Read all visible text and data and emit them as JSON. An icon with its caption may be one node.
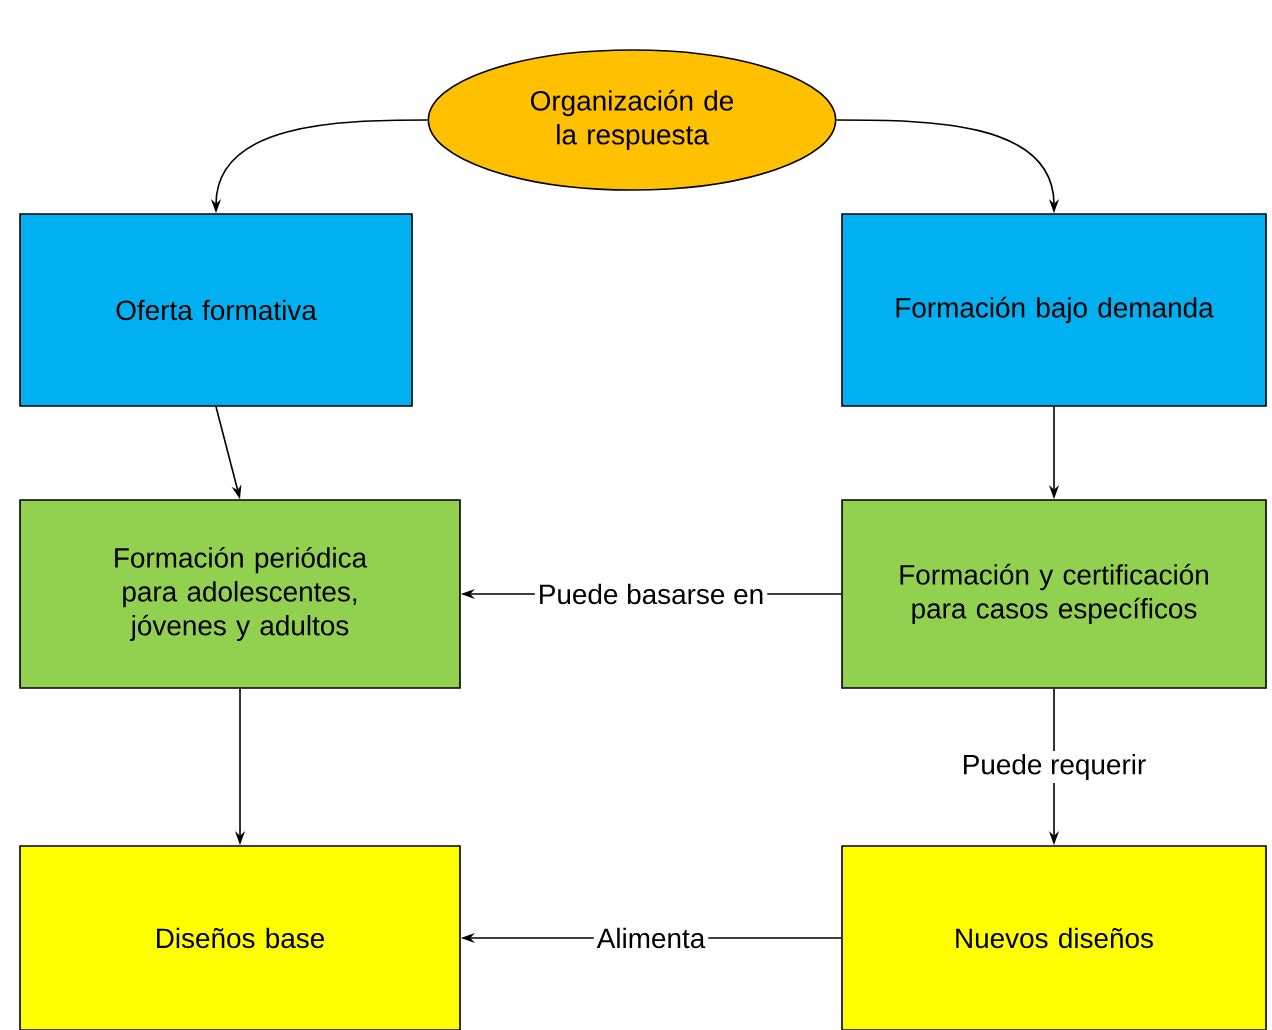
{
  "diagram": {
    "nodes": [
      {
        "text": [
          "Organización de la respuesta"
        ]
      },
      {
        "text": [
          "Oferta formativa"
        ]
      },
      {
        "text": [
          "Formación bajo demanda"
        ]
      },
      {
        "text": [
          "Formación periódica para adolescentes, jóvenes y adultos"
        ]
      },
      {
        "text": [
          "Formación y certificación para casos específicos"
        ]
      },
      {
        "text": [
          "Diseños base"
        ]
      },
      {
        "text": [
          "Nuevos diseños"
        ]
      }
    ],
    "edges": [
      {
        "from": 0,
        "to": 1,
        "arrow": "to"
      },
      {
        "from": 0,
        "to": 2,
        "arrow": "to"
      },
      {
        "from": 1,
        "to": 3,
        "arrow": "to"
      },
      {
        "from": 2,
        "to": 4,
        "arrow": "to"
      },
      {
        "from": 4,
        "to": 3,
        "arrow": "to",
        "label": "Puede basarse en"
      },
      {
        "from": 4,
        "to": 6,
        "arrow": "to",
        "label": "Puede requerir"
      },
      {
        "from": 3,
        "to": 5,
        "arrow": "to"
      },
      {
        "from": 6,
        "to": 5,
        "arrow": "to",
        "label": "Alimenta"
      }
    ]
  }
}
